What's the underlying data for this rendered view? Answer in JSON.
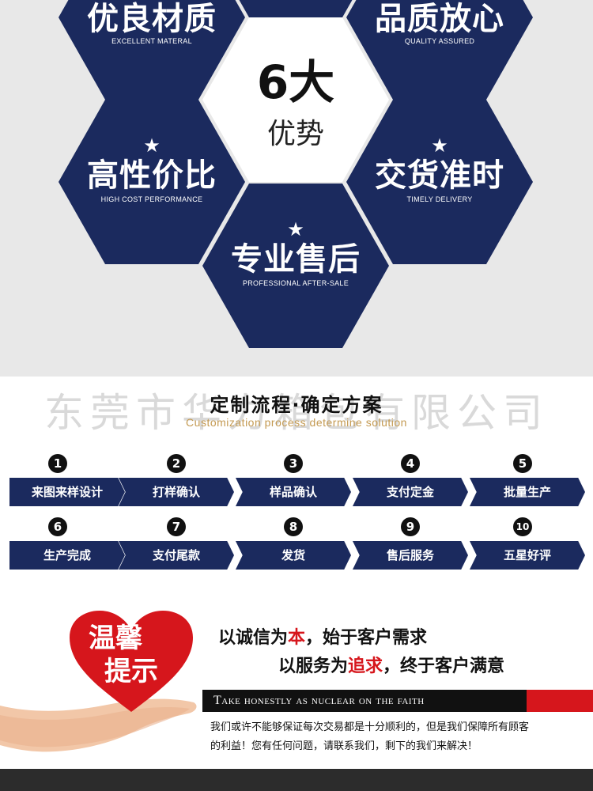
{
  "hexagons": {
    "top_left": {
      "cn": "优良材质",
      "en": "EXCELLENT MATERAL"
    },
    "top_right": {
      "cn": "品质放心",
      "en": "QUALITY ASSURED"
    },
    "center": {
      "big": "6大",
      "small": "优势"
    },
    "mid_left": {
      "star": "★",
      "cn": "高性价比",
      "en": "HIGH COST PERFORMANCE"
    },
    "mid_right": {
      "star": "★",
      "cn": "交货准时",
      "en": "TIMELY DELIVERY"
    },
    "bottom": {
      "star": "★",
      "cn": "专业售后",
      "en": "PROFESSIONAL AFTER-SALE"
    }
  },
  "process": {
    "watermark": "东莞市华力箱包有限公司",
    "title": "定制流程·确定方案",
    "subtitle": "Customization process determine solution",
    "steps": [
      {
        "num": "1",
        "label": "来图来样设计"
      },
      {
        "num": "2",
        "label": "打样确认"
      },
      {
        "num": "3",
        "label": "样品确认"
      },
      {
        "num": "4",
        "label": "支付定金"
      },
      {
        "num": "5",
        "label": "批量生产"
      },
      {
        "num": "6",
        "label": "生产完成"
      },
      {
        "num": "7",
        "label": "支付尾款"
      },
      {
        "num": "8",
        "label": "发货"
      },
      {
        "num": "9",
        "label": "售后服务"
      },
      {
        "num": "10",
        "label": "五星好评"
      }
    ]
  },
  "tips": {
    "heart_line1": "温馨",
    "heart_line2": "提示",
    "slogan1_a": "以诚信为",
    "slogan1_b": "本",
    "slogan1_c": "，始于客户需求",
    "slogan2_a": "以服务为",
    "slogan2_b": "追求",
    "slogan2_c": "，终于客户满意",
    "banner": "Take honestly as nuclear on the faith",
    "desc_line1": "我们或许不能够保证每次交易都是十分顺利的，但是我们保障所有顾客",
    "desc_line2": "的利益！您有任何问题，请联系我们，剩下的我们来解决！"
  },
  "colors": {
    "navy": "#1b2a5e",
    "red": "#d6161c",
    "gold": "#c49a52",
    "black": "#111111"
  }
}
